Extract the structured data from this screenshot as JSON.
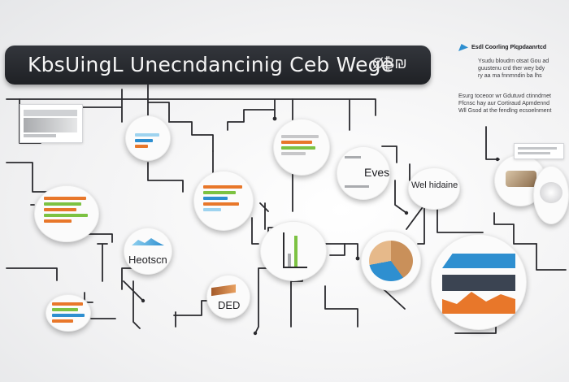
{
  "header": {
    "title": "KbsUingL Unecndancinig Ceb Wege",
    "glyph": "Ø₿₪"
  },
  "nodes": {
    "heotscn_label": "Heotscn",
    "ded_label": "DED",
    "eves_label": "Eves",
    "web_label": "Wel hidaine"
  },
  "side_notes": {
    "heading": "Esdl Coorling Plqpdaanrtcd",
    "lines_a": [
      "Ysudu bloudrn otsat  Gou ad",
      "guustenu crd ther wey  bdy",
      "ry aa ma fnnmndin ba lhs"
    ],
    "lines_b": [
      "Esurg toceoor wr  Gdutuvd ctinndrnet",
      "Ffcnsc hay aur Cortiraud Apmdennd",
      "Wll Gsod at  the fendlng ecsoelnment"
    ]
  },
  "colors": {
    "banner": "#26282d",
    "orange": "#e8772a",
    "blue": "#2e8fd0",
    "green": "#7cc242",
    "line": "#2a2a2e"
  }
}
